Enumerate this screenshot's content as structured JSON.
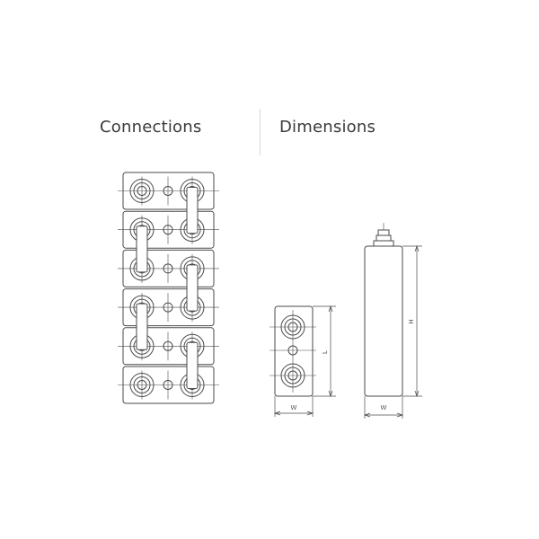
{
  "headings": {
    "connections": "Connections",
    "dimensions": "Dimensions"
  },
  "labels": {
    "top_view_width": "W",
    "top_view_length": "L",
    "side_view_width": "W",
    "side_view_height": "H"
  },
  "diagram": {
    "connections_cell_count": 6,
    "line_color": "#4a4a4a"
  }
}
